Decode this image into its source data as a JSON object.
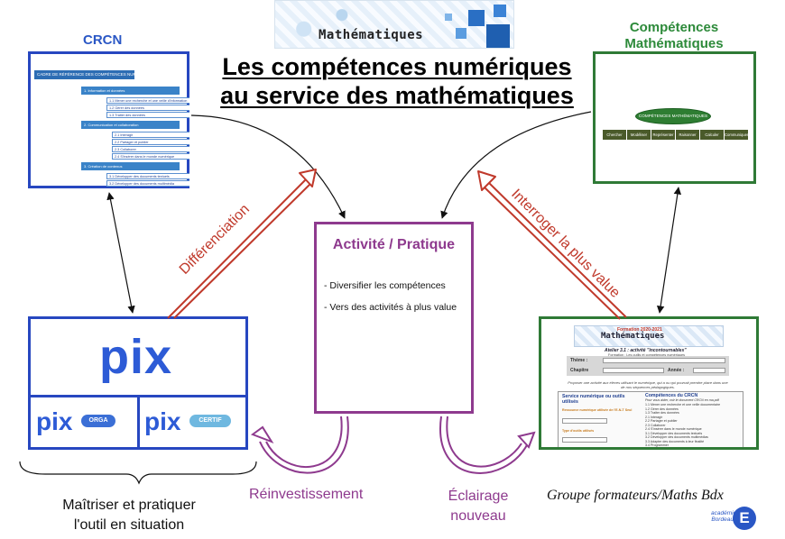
{
  "title": {
    "line1": "Les compétences numériques",
    "line2": "au service des mathématiques"
  },
  "banner": {
    "text": "Mathématiques"
  },
  "crcn": {
    "label": "CRCN",
    "header": "CADRE DE RÉFÉRENCE DES COMPÉTENCES NUMÉRIQUES",
    "domains": [
      {
        "title": "1. Information et données",
        "items": [
          "1.1 Mener une recherche et une veille d'information",
          "1.2 Gérer des données",
          "1.3 Traiter des données"
        ]
      },
      {
        "title": "2. Communication et collaboration",
        "items": [
          "2.1 Interagir",
          "2.2 Partager et publier",
          "2.3 Collaborer",
          "2.4 S'insérer dans le monde numérique"
        ]
      },
      {
        "title": "3. Création de contenus",
        "items": [
          "3.1 Développer des documents textuels",
          "3.2 Développer des documents multimédia"
        ]
      }
    ]
  },
  "competences": {
    "label_line1": "Compétences",
    "label_line2": "Mathématiques",
    "oval": "COMPÉTENCES MATHÉMATIQUES",
    "skills": [
      "Chercher",
      "Modéliser",
      "Représenter",
      "Raisonner",
      "Calculer",
      "Communiquer"
    ]
  },
  "activity": {
    "title": "Activité / Pratique",
    "items": [
      "- Diversifier les compétences",
      "- Vers des activités à plus value"
    ]
  },
  "pix": {
    "main": "pix",
    "orga_tag": "ORGA",
    "certif_tag": "CERTIF",
    "small": "pix"
  },
  "formation": {
    "year": "Formation 2020-2021",
    "banner_title": "Mathématiques",
    "atelier": "Atelier 3.1 : activité \"incontournables\"",
    "atelier_sub": "Formation : Les outils et compétences numériques",
    "theme_label": "Thème :",
    "chapitre_label": "Chapitre",
    "annee_label": "Année :",
    "prompt": "Proposer une activité aux élèves utilisant le numérique, qui a ou qui pourrait prendre place dans une de nos séquences pédagogiques.",
    "col_left_title": "Service numérique ou outils utilisés",
    "col_left_a": "Ressource numérique utilisée de l'E-N-T Seul",
    "col_left_b": "Type d'outils utilisés",
    "col_right_title": "Compétences du CRCN",
    "col_right_sub": "Pour vous aider, voir le document CRCN en ma.pdf",
    "lines": [
      "1.1 Mener une recherche et une veille documentaire",
      "1.2 Gérer des données",
      "1.3 Traiter des données",
      "2.1 Interagir",
      "2.2 Partager et publier",
      "2.3 Collaborer",
      "2.4 S'insérer dans le monde numérique",
      "3.1 Développer des documents textuels",
      "3.2 Développer des documents multimédias",
      "3.3 Adapter des documents à leur finalité",
      "3.4 Programmer"
    ]
  },
  "arrows": {
    "differenciation": "Différenciation",
    "interroger": "Interroger la plus value"
  },
  "bottom": {
    "maitriser_line1": "Maîtriser et pratiquer",
    "maitriser_line2": "l'outil en situation",
    "reinvestissement": "Réinvestissement",
    "eclairage_line1": "Éclairage",
    "eclairage_line2": "nouveau",
    "groupe": "Groupe formateurs/Maths Bdx",
    "academie_line1": "académie",
    "academie_line2": "Bordeaux"
  },
  "colors": {
    "blue": "#2747c0",
    "green": "#2f7a36",
    "purple": "#8e3a8e",
    "red": "#c0392b"
  }
}
